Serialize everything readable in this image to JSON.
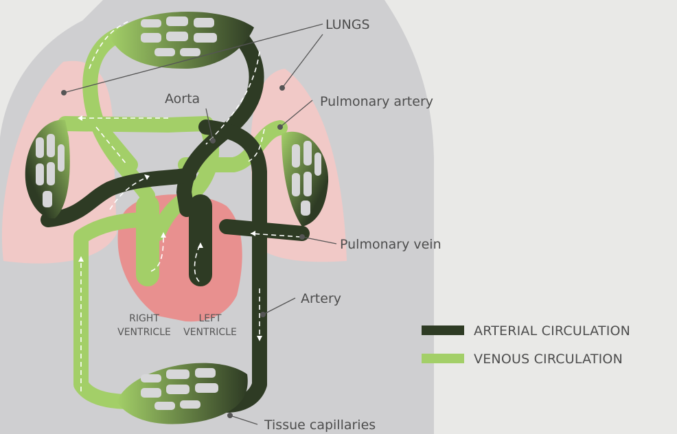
{
  "labels": {
    "lungs": "LUNGS",
    "aorta": "Aorta",
    "pulmonary_artery": "Pulmonary artery",
    "pulmonary_vein": "Pulmonary vein",
    "artery": "Artery",
    "tissue_capillaries": "Tissue capillaries",
    "right_ventricle_line1": "RIGHT",
    "right_ventricle_line2": "VENTRICLE",
    "left_ventricle_line1": "LEFT",
    "left_ventricle_line2": "VENTRICLE"
  },
  "legend": {
    "arterial": {
      "label": "ARTERIAL CIRCULATION",
      "color": "#2e3b24"
    },
    "venous": {
      "label": "VENOUS CIRCULATION",
      "color": "#a3cf68"
    }
  },
  "colors": {
    "background": "#e9e9e7",
    "body": "#cfcfd1",
    "lung": "#f4c8c5",
    "heart": "#e8908f",
    "arterial": "#2e3b24",
    "venous": "#a3cf68"
  }
}
